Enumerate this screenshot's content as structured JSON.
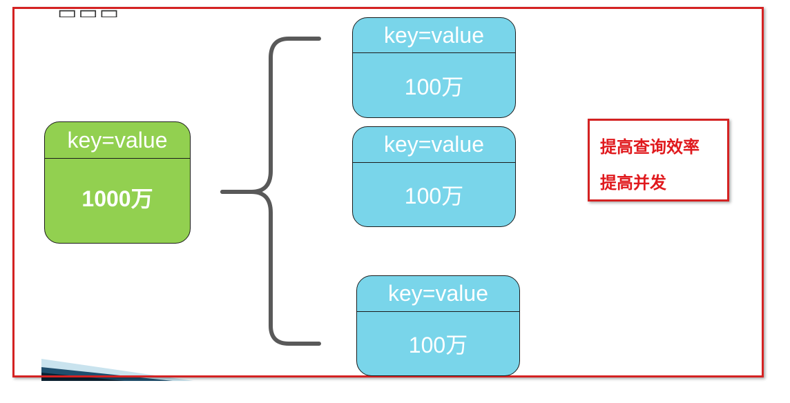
{
  "source": {
    "key_label": "key=value",
    "value_label": "1000万"
  },
  "shards": [
    {
      "key_label": "key=value",
      "value_label": "100万"
    },
    {
      "key_label": "key=value",
      "value_label": "100万"
    },
    {
      "key_label": "key=value",
      "value_label": "100万"
    }
  ],
  "note": {
    "lines": [
      "提高查询效率",
      "提高并发"
    ]
  },
  "colors": {
    "source_fill": "#92d050",
    "shard_fill": "#79d5ea",
    "frame_border": "#d42222",
    "note_text": "#e0191d",
    "brace": "#595959"
  }
}
